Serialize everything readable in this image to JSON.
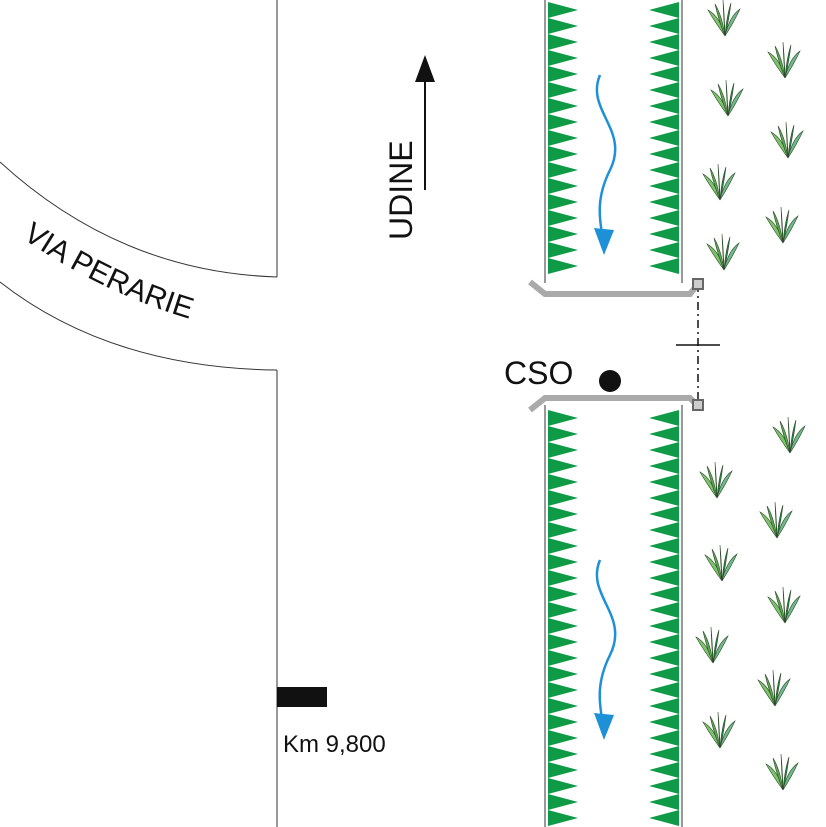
{
  "labels": {
    "street": "VIA PERARIE",
    "direction": "UDINE",
    "cso": "CSO",
    "km_marker": "Km 9,800"
  },
  "colors": {
    "bank_green": "#0f9a48",
    "flow_blue": "#1e90d8",
    "weir_gray": "#aaaaaa",
    "grass_dark": "#1f7a2f",
    "grass_light": "#7cc36b"
  },
  "icons": {
    "direction_arrow": "arrow-up-icon",
    "flow": "wavy-arrow-down-icon",
    "vegetation": "grass-tuft-icon",
    "cso_point": "filled-circle-icon"
  }
}
